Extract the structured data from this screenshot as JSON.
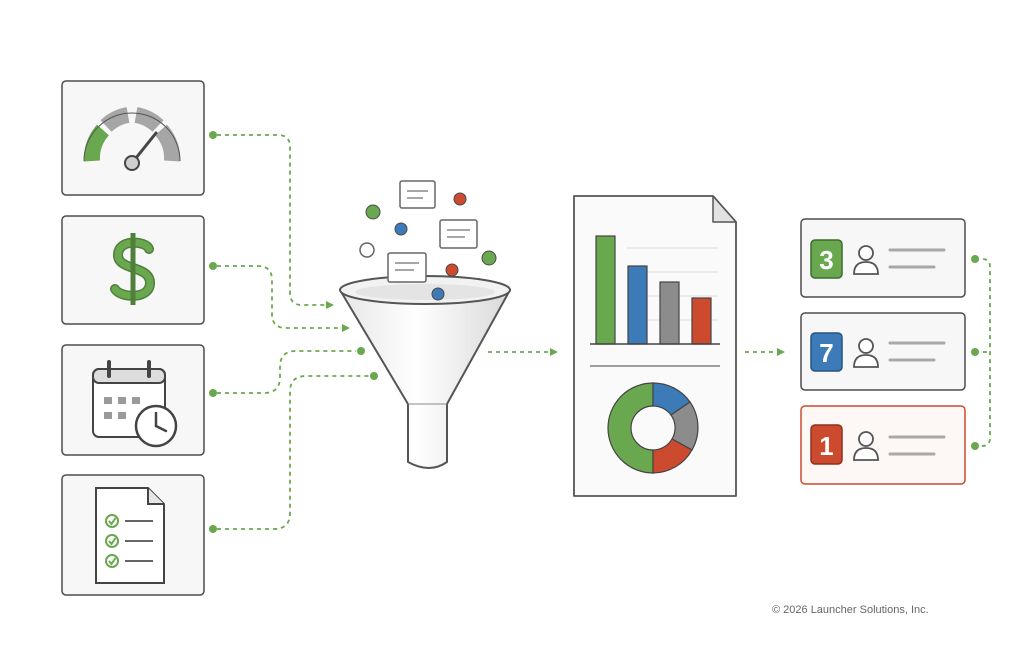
{
  "colors": {
    "green": "#6aa84f",
    "blue": "#3d7ab8",
    "red": "#cc4a2e",
    "gray": "#8c8c8c",
    "connector": "#6aa84f",
    "card_border": "#4d4d4d",
    "card_fill": "#f7f7f7"
  },
  "inputs": [
    {
      "icon": "speedometer-icon"
    },
    {
      "icon": "dollar-sign-icon"
    },
    {
      "icon": "calendar-clock-icon"
    },
    {
      "icon": "checklist-document-icon"
    }
  ],
  "process": {
    "icon": "funnel-icon"
  },
  "report": {
    "bar_chart_icon": "bar-chart-icon",
    "donut_chart_icon": "donut-chart-icon"
  },
  "ranking": [
    {
      "rank": "3",
      "color": "green",
      "icon": "person-icon"
    },
    {
      "rank": "7",
      "color": "blue",
      "icon": "person-icon"
    },
    {
      "rank": "1",
      "color": "red",
      "icon": "person-icon"
    }
  ],
  "footer": {
    "copyright": "© 2026 Launcher Solutions, Inc."
  }
}
